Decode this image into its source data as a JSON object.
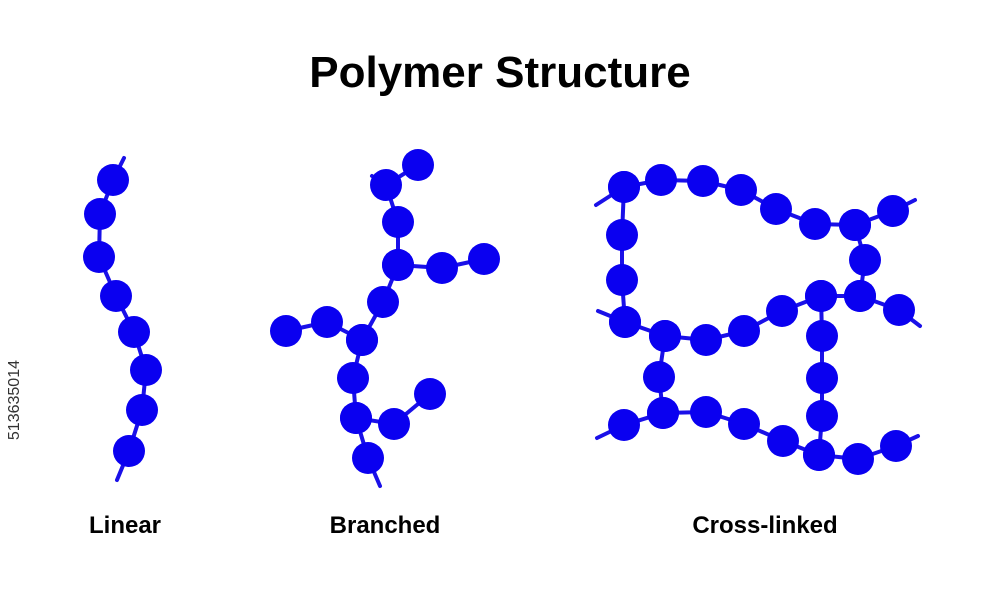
{
  "title": "Polymer Structure",
  "labels": {
    "linear": "Linear",
    "branched": "Branched",
    "cross_linked": "Cross-linked"
  },
  "side_id": "513635014",
  "colors": {
    "monomer": "#0a00f0",
    "bond": "#1a10e8",
    "text": "#000000",
    "background": "#ffffff"
  }
}
